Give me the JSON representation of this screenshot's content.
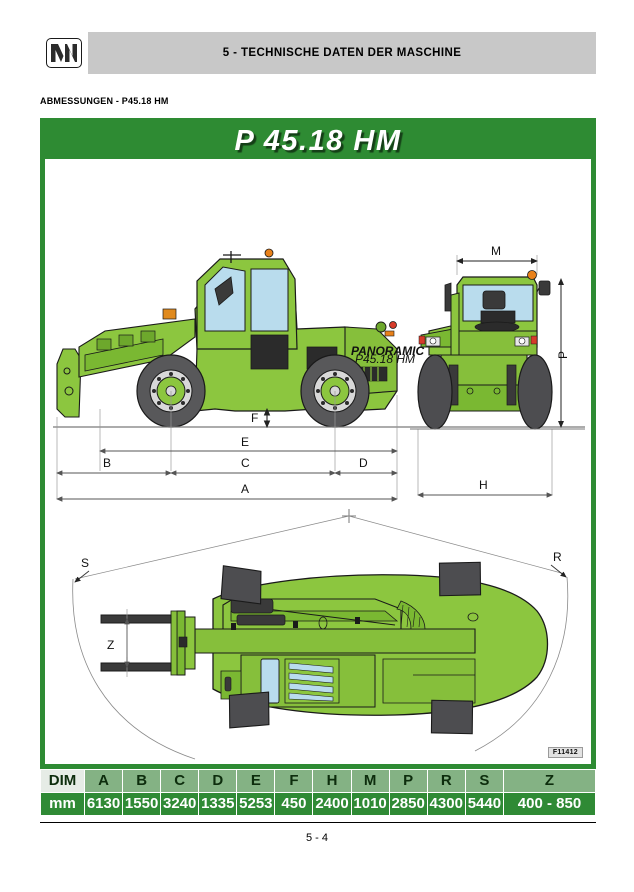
{
  "header": {
    "logo_name": "merlo-m-logo",
    "chapter_title": "5 - TECHNISCHE DATEN DER MASCHINE"
  },
  "subtitle": "ABMESSUNGEN - P45.18 HM",
  "panel": {
    "model_banner": "P 45.18 HM",
    "drawing_reference": "F11412",
    "machine_branding": "PANORAMIC"
  },
  "diagram": {
    "side_view_labels": {
      "A": "A",
      "B": "B",
      "C": "C",
      "D": "D",
      "E": "E",
      "F": "F"
    },
    "rear_view_labels": {
      "M": "M",
      "P": "P",
      "H": "H"
    },
    "plan_view_labels": {
      "R": "R",
      "S": "S",
      "Z": "Z"
    }
  },
  "dim_table": {
    "headers": [
      "DIM",
      "A",
      "B",
      "C",
      "D",
      "E",
      "F",
      "H",
      "M",
      "P",
      "R",
      "S",
      "Z"
    ],
    "values": [
      "mm",
      "6130",
      "1550",
      "3240",
      "1335",
      "5253",
      "450",
      "2400",
      "1010",
      "2850",
      "4300",
      "5440",
      "400 - 850"
    ]
  },
  "footer": {
    "page_number": "5 - 4"
  },
  "colors": {
    "brand_green": "#2e8b33",
    "header_grey": "#c8c8c8",
    "table_header_green": "#84b284",
    "table_row_green": "#2f8a35",
    "machine_green": "#8cc63f",
    "machine_green_dark": "#5e9e28",
    "tyre_grey": "#58585a",
    "glass_blue": "#b9dced"
  }
}
